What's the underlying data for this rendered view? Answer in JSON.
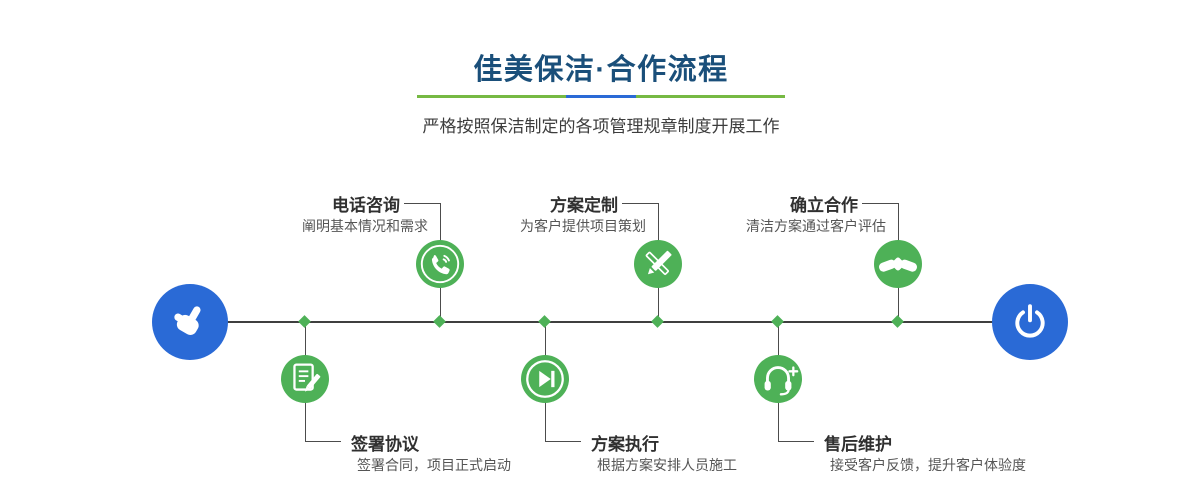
{
  "header": {
    "title": "佳美保洁·合作流程",
    "subtitle": "严格按照保洁制定的各项管理规章制度开展工作"
  },
  "steps": {
    "top": [
      {
        "label": "电话咨询",
        "desc": "阐明基本情况和需求",
        "icon": "phone-icon"
      },
      {
        "label": "方案定制",
        "desc": "为客户提供项目策划",
        "icon": "design-tools-icon"
      },
      {
        "label": "确立合作",
        "desc": "清洁方案通过客户评估",
        "icon": "handshake-icon"
      }
    ],
    "bottom": [
      {
        "label": "签署协议",
        "desc": "签署合同，项目正式启动",
        "icon": "contract-icon"
      },
      {
        "label": "方案执行",
        "desc": "根据方案安排人员施工",
        "icon": "execute-icon"
      },
      {
        "label": "售后维护",
        "desc": "接受客户反馈，提升客户体验度",
        "icon": "headset-icon"
      }
    ]
  },
  "endpoints": {
    "start": "hand-pointer-icon",
    "end": "power-icon"
  },
  "colors": {
    "accent_green": "#4eb157",
    "accent_blue": "#2a6ad6",
    "title_blue": "#1a4f7a",
    "divider_green": "#76b943",
    "line_dark": "#3f3f3f"
  }
}
